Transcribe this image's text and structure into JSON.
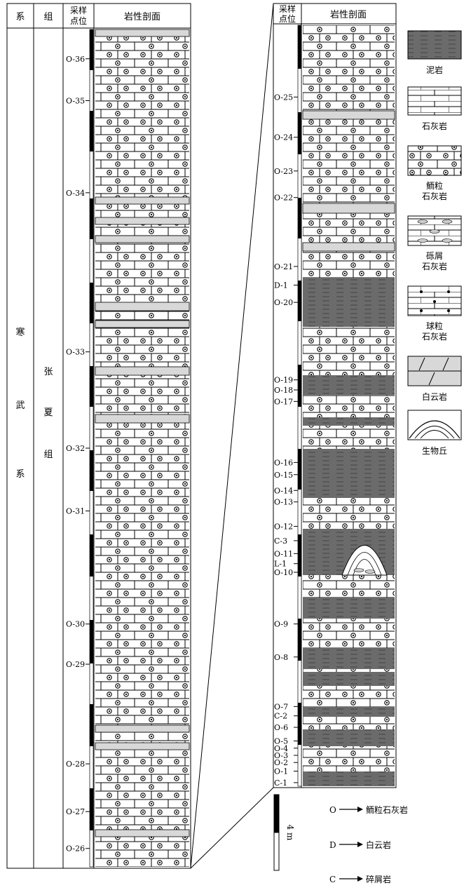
{
  "left_column": {
    "headers": {
      "system": "系",
      "formation": "组",
      "sample_l1": "采样",
      "sample_l2": "点位",
      "profile": "岩性剖面"
    },
    "system_chars": [
      "寒",
      "武",
      "系"
    ],
    "formation_chars": [
      "张",
      "夏",
      "组"
    ],
    "samples": [
      {
        "label": "O-36",
        "pos": 0.035
      },
      {
        "label": "O-35",
        "pos": 0.085
      },
      {
        "label": "O-34",
        "pos": 0.195
      },
      {
        "label": "O-33",
        "pos": 0.385
      },
      {
        "label": "O-32",
        "pos": 0.5
      },
      {
        "label": "O-31",
        "pos": 0.575
      },
      {
        "label": "O-30",
        "pos": 0.71
      },
      {
        "label": "O-29",
        "pos": 0.758
      },
      {
        "label": "O-28",
        "pos": 0.877
      },
      {
        "label": "O-27",
        "pos": 0.934
      },
      {
        "label": "O-26",
        "pos": 0.978
      }
    ]
  },
  "right_column": {
    "headers": {
      "sample_l1": "采样",
      "sample_l2": "点位",
      "profile": "岩性剖面"
    },
    "samples": [
      {
        "label": "O-25",
        "pos": 0.1
      },
      {
        "label": "O-24",
        "pos": 0.156
      },
      {
        "label": "O-23",
        "pos": 0.203
      },
      {
        "label": "O-22",
        "pos": 0.24
      },
      {
        "label": "O-21",
        "pos": 0.336
      },
      {
        "label": "D-1",
        "pos": 0.362
      },
      {
        "label": "O-20",
        "pos": 0.386
      },
      {
        "label": "O-19",
        "pos": 0.494
      },
      {
        "label": "O-18",
        "pos": 0.508
      },
      {
        "label": "O-17",
        "pos": 0.524
      },
      {
        "label": "O-16",
        "pos": 0.609
      },
      {
        "label": "O-15",
        "pos": 0.626
      },
      {
        "label": "O-14",
        "pos": 0.648
      },
      {
        "label": "O-13",
        "pos": 0.664
      },
      {
        "label": "O-12",
        "pos": 0.698
      },
      {
        "label": "C-3",
        "pos": 0.718
      },
      {
        "label": "O-11",
        "pos": 0.736
      },
      {
        "label": "L-1",
        "pos": 0.75
      },
      {
        "label": "O-10",
        "pos": 0.762
      },
      {
        "label": "O-9",
        "pos": 0.834
      },
      {
        "label": "O-8",
        "pos": 0.88
      },
      {
        "label": "O-7",
        "pos": 0.949
      },
      {
        "label": "C-2",
        "pos": 0.962
      },
      {
        "label": "O-6",
        "pos": 0.978
      },
      {
        "label": "O-5",
        "pos": 0.997
      },
      {
        "label": "O-4",
        "pos": 1.007
      },
      {
        "label": "O-3",
        "pos": 1.017
      },
      {
        "label": "O-2",
        "pos": 1.027
      },
      {
        "label": "O-1",
        "pos": 1.039
      },
      {
        "label": "C-1",
        "pos": 1.055
      }
    ]
  },
  "legend": {
    "mudstone": "泥岩",
    "limestone": "石灰岩",
    "oolitic_l1": "鲕粒",
    "oolitic_l2": "石灰岩",
    "bioclastic_l1": "砾屑",
    "bioclastic_l2": "石灰岩",
    "pellet_l1": "球粒",
    "pellet_l2": "石灰岩",
    "dolomite": "白云岩",
    "bioherm": "生物丘"
  },
  "bottom_legend": {
    "scale": "4 m",
    "code_o": "O",
    "code_o_text": "鲕粒石灰岩",
    "code_d": "D",
    "code_d_text": "白云岩",
    "code_c": "C",
    "code_c_text": "碎屑岩"
  }
}
